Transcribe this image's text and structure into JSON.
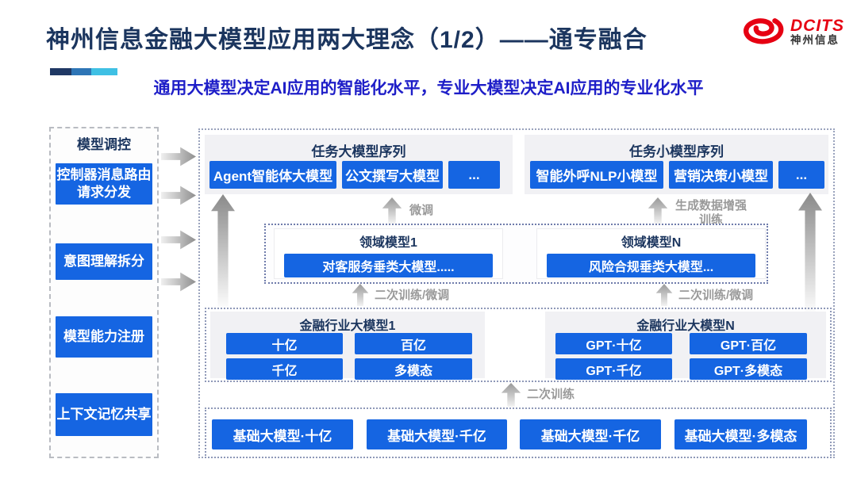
{
  "slide": {
    "title": "神州信息金融大模型应用两大理念（1/2）——通专融合",
    "subtitle": "通用大模型决定AI应用的智能化水平，专业大模型决定AI应用的专业化水平"
  },
  "logo": {
    "brand": "DCITS",
    "company": "神州信息"
  },
  "sidebar": {
    "title": "模型调控",
    "items": [
      "控制器消息路由请求分发",
      "意图理解拆分",
      "模型能力注册",
      "上下文记忆共享"
    ]
  },
  "task_large": {
    "title": "任务大模型序列",
    "buttons": [
      "Agent智能体大模型",
      "公文撰写大模型",
      "..."
    ]
  },
  "task_small": {
    "title": "任务小模型序列",
    "buttons": [
      "智能外呼NLP小模型",
      "营销决策小模型",
      "..."
    ]
  },
  "labels": {
    "finetune": "微调",
    "gen_data_training": "生成数据增强训练",
    "retrain_finetune_left": "二次训练/微调",
    "retrain_finetune_right": "二次训练/微调",
    "retrain": "二次训练"
  },
  "domain_left": {
    "title": "领域模型1",
    "button": "对客服务垂类大模型....."
  },
  "domain_right": {
    "title": "领域模型N",
    "button": "风险合规垂类大模型..."
  },
  "industry_left": {
    "title": "金融行业大模型1",
    "buttons": [
      "十亿",
      "百亿",
      "千亿",
      "多模态"
    ]
  },
  "industry_right": {
    "title": "金融行业大模型N",
    "buttons": [
      "GPT·十亿",
      "GPT·百亿",
      "GPT·千亿",
      "GPT·多模态"
    ]
  },
  "base_models": {
    "buttons": [
      "基础大模型·十亿",
      "基础大模型·千亿",
      "基础大模型·千亿",
      "基础大模型·多模态"
    ]
  },
  "colors": {
    "accent_blue": "#1565E2",
    "title_navy": "#1B355E",
    "subtitle_blue": "#1E1EC8",
    "logo_red": "#E60012",
    "bar_dark": "#1F3864",
    "bar_mid": "#2E75B6",
    "bar_cyan": "#3FC0E4"
  }
}
